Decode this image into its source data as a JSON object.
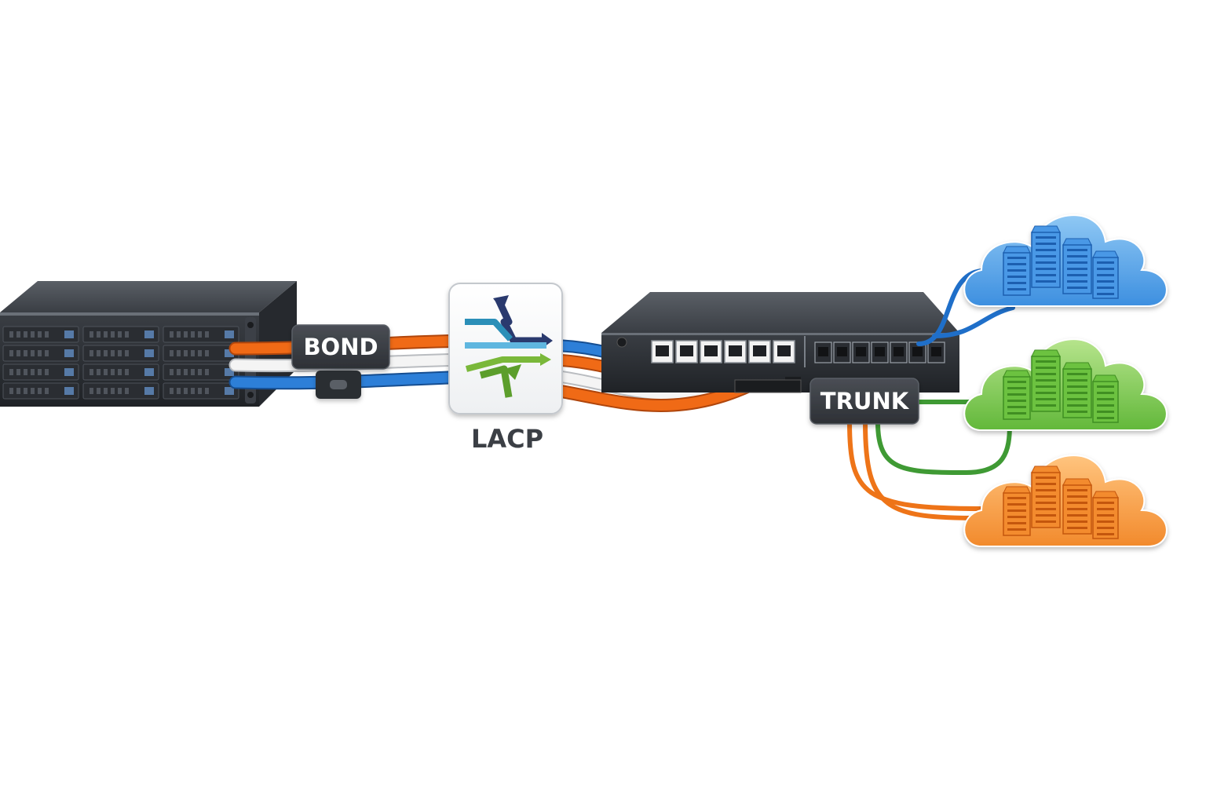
{
  "diagram": {
    "labels": {
      "bond": "BOND",
      "lacp": "LACP",
      "trunk": "TRUNK"
    },
    "nodes": [
      {
        "id": "server",
        "icon": "rack-server-icon"
      },
      {
        "id": "bond",
        "icon": "bond-tag"
      },
      {
        "id": "lacp",
        "icon": "lacp-aggregation-icon"
      },
      {
        "id": "switch",
        "icon": "network-switch-icon"
      },
      {
        "id": "trunk",
        "icon": "trunk-tag"
      },
      {
        "id": "cloud-blue",
        "icon": "cloud-datacenter-icon",
        "color": "#2f7fd6"
      },
      {
        "id": "cloud-green",
        "icon": "cloud-datacenter-icon",
        "color": "#5cb335"
      },
      {
        "id": "cloud-orange",
        "icon": "cloud-datacenter-icon",
        "color": "#ef7d22"
      }
    ],
    "links": [
      {
        "from": "server",
        "to": "switch",
        "via": "lacp",
        "colors": [
          "#1f6fc9",
          "#e8e8e8",
          "#f06a16"
        ]
      },
      {
        "from": "trunk",
        "to": "cloud-blue",
        "color": "#1f6fc9"
      },
      {
        "from": "trunk",
        "to": "cloud-green",
        "color": "#3f9a34"
      },
      {
        "from": "trunk",
        "to": "cloud-orange",
        "color": "#ee7418"
      }
    ],
    "colors": {
      "blue": "#1f6fc9",
      "orange": "#f06a16",
      "green": "#3f9a34",
      "tag_bg": "#3b3f45",
      "hardware": "#2e3238"
    }
  }
}
